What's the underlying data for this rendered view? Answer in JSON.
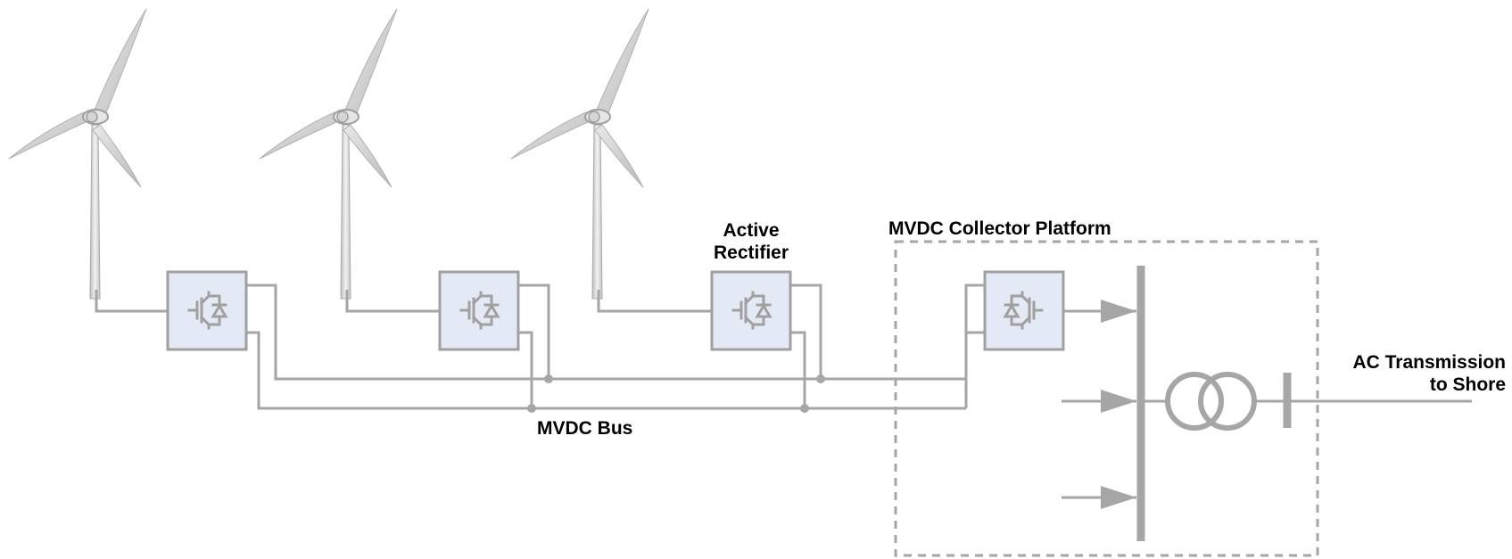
{
  "labels": {
    "active_rectifier": [
      "Active",
      "Rectifier"
    ],
    "collector_platform": "MVDC Collector Platform",
    "mvdc_bus": "MVDC Bus",
    "ac_transmission": [
      "AC Transmission",
      "to Shore"
    ]
  },
  "colors": {
    "line": "#a6a6a6",
    "converter_fill": "#e3eaf5",
    "blade": "#d0d0d0",
    "dashed_border": "#a6a6a6",
    "text": "#000000"
  },
  "icons": {
    "turbine": "wind-turbine-icon",
    "converter": "igbt-diode-icon",
    "transformer": "transformer-icon"
  }
}
